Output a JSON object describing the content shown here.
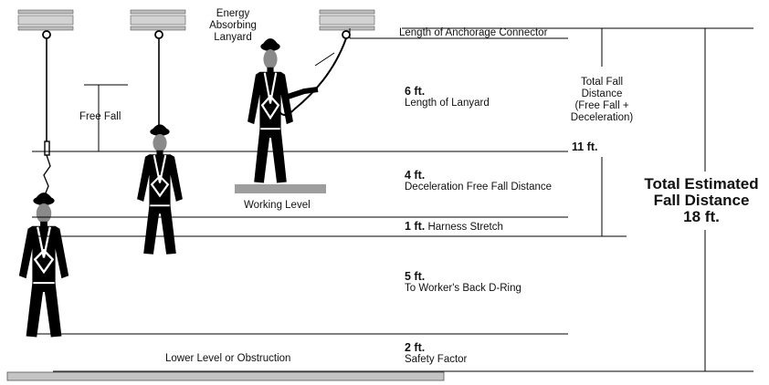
{
  "colors": {
    "ink": "#111111",
    "figure": "#000000",
    "head": "#8a8a8a",
    "beam": "#bdbdbd",
    "platform": "#9e9e9e"
  },
  "labels": {
    "energy_lanyard_1": "Energy",
    "energy_lanyard_2": "Absorbing",
    "energy_lanyard_3": "Lanyard",
    "anchorage_connector": "Length of Anchorage Connector",
    "free_fall": "Free Fall",
    "working_level": "Working Level",
    "lower_level": "Lower Level or Obstruction",
    "total_fall_1": "Total Fall",
    "total_fall_2": "Distance",
    "total_fall_3": "(Free Fall +",
    "total_fall_4": "Deceleration)",
    "total_fall_value": "11 ft.",
    "total_estimated_1": "Total Estimated",
    "total_estimated_2": "Fall Distance",
    "total_estimated_value": "18 ft."
  },
  "segments": [
    {
      "value": "6 ft.",
      "desc": "Length of Lanyard"
    },
    {
      "value": "4 ft.",
      "desc": "Deceleration Free Fall Distance"
    },
    {
      "value": "1 ft.",
      "desc": "Harness Stretch"
    },
    {
      "value": "5 ft.",
      "desc": "To Worker's Back D-Ring"
    },
    {
      "value": "2 ft.",
      "desc": "Safety Factor"
    }
  ]
}
